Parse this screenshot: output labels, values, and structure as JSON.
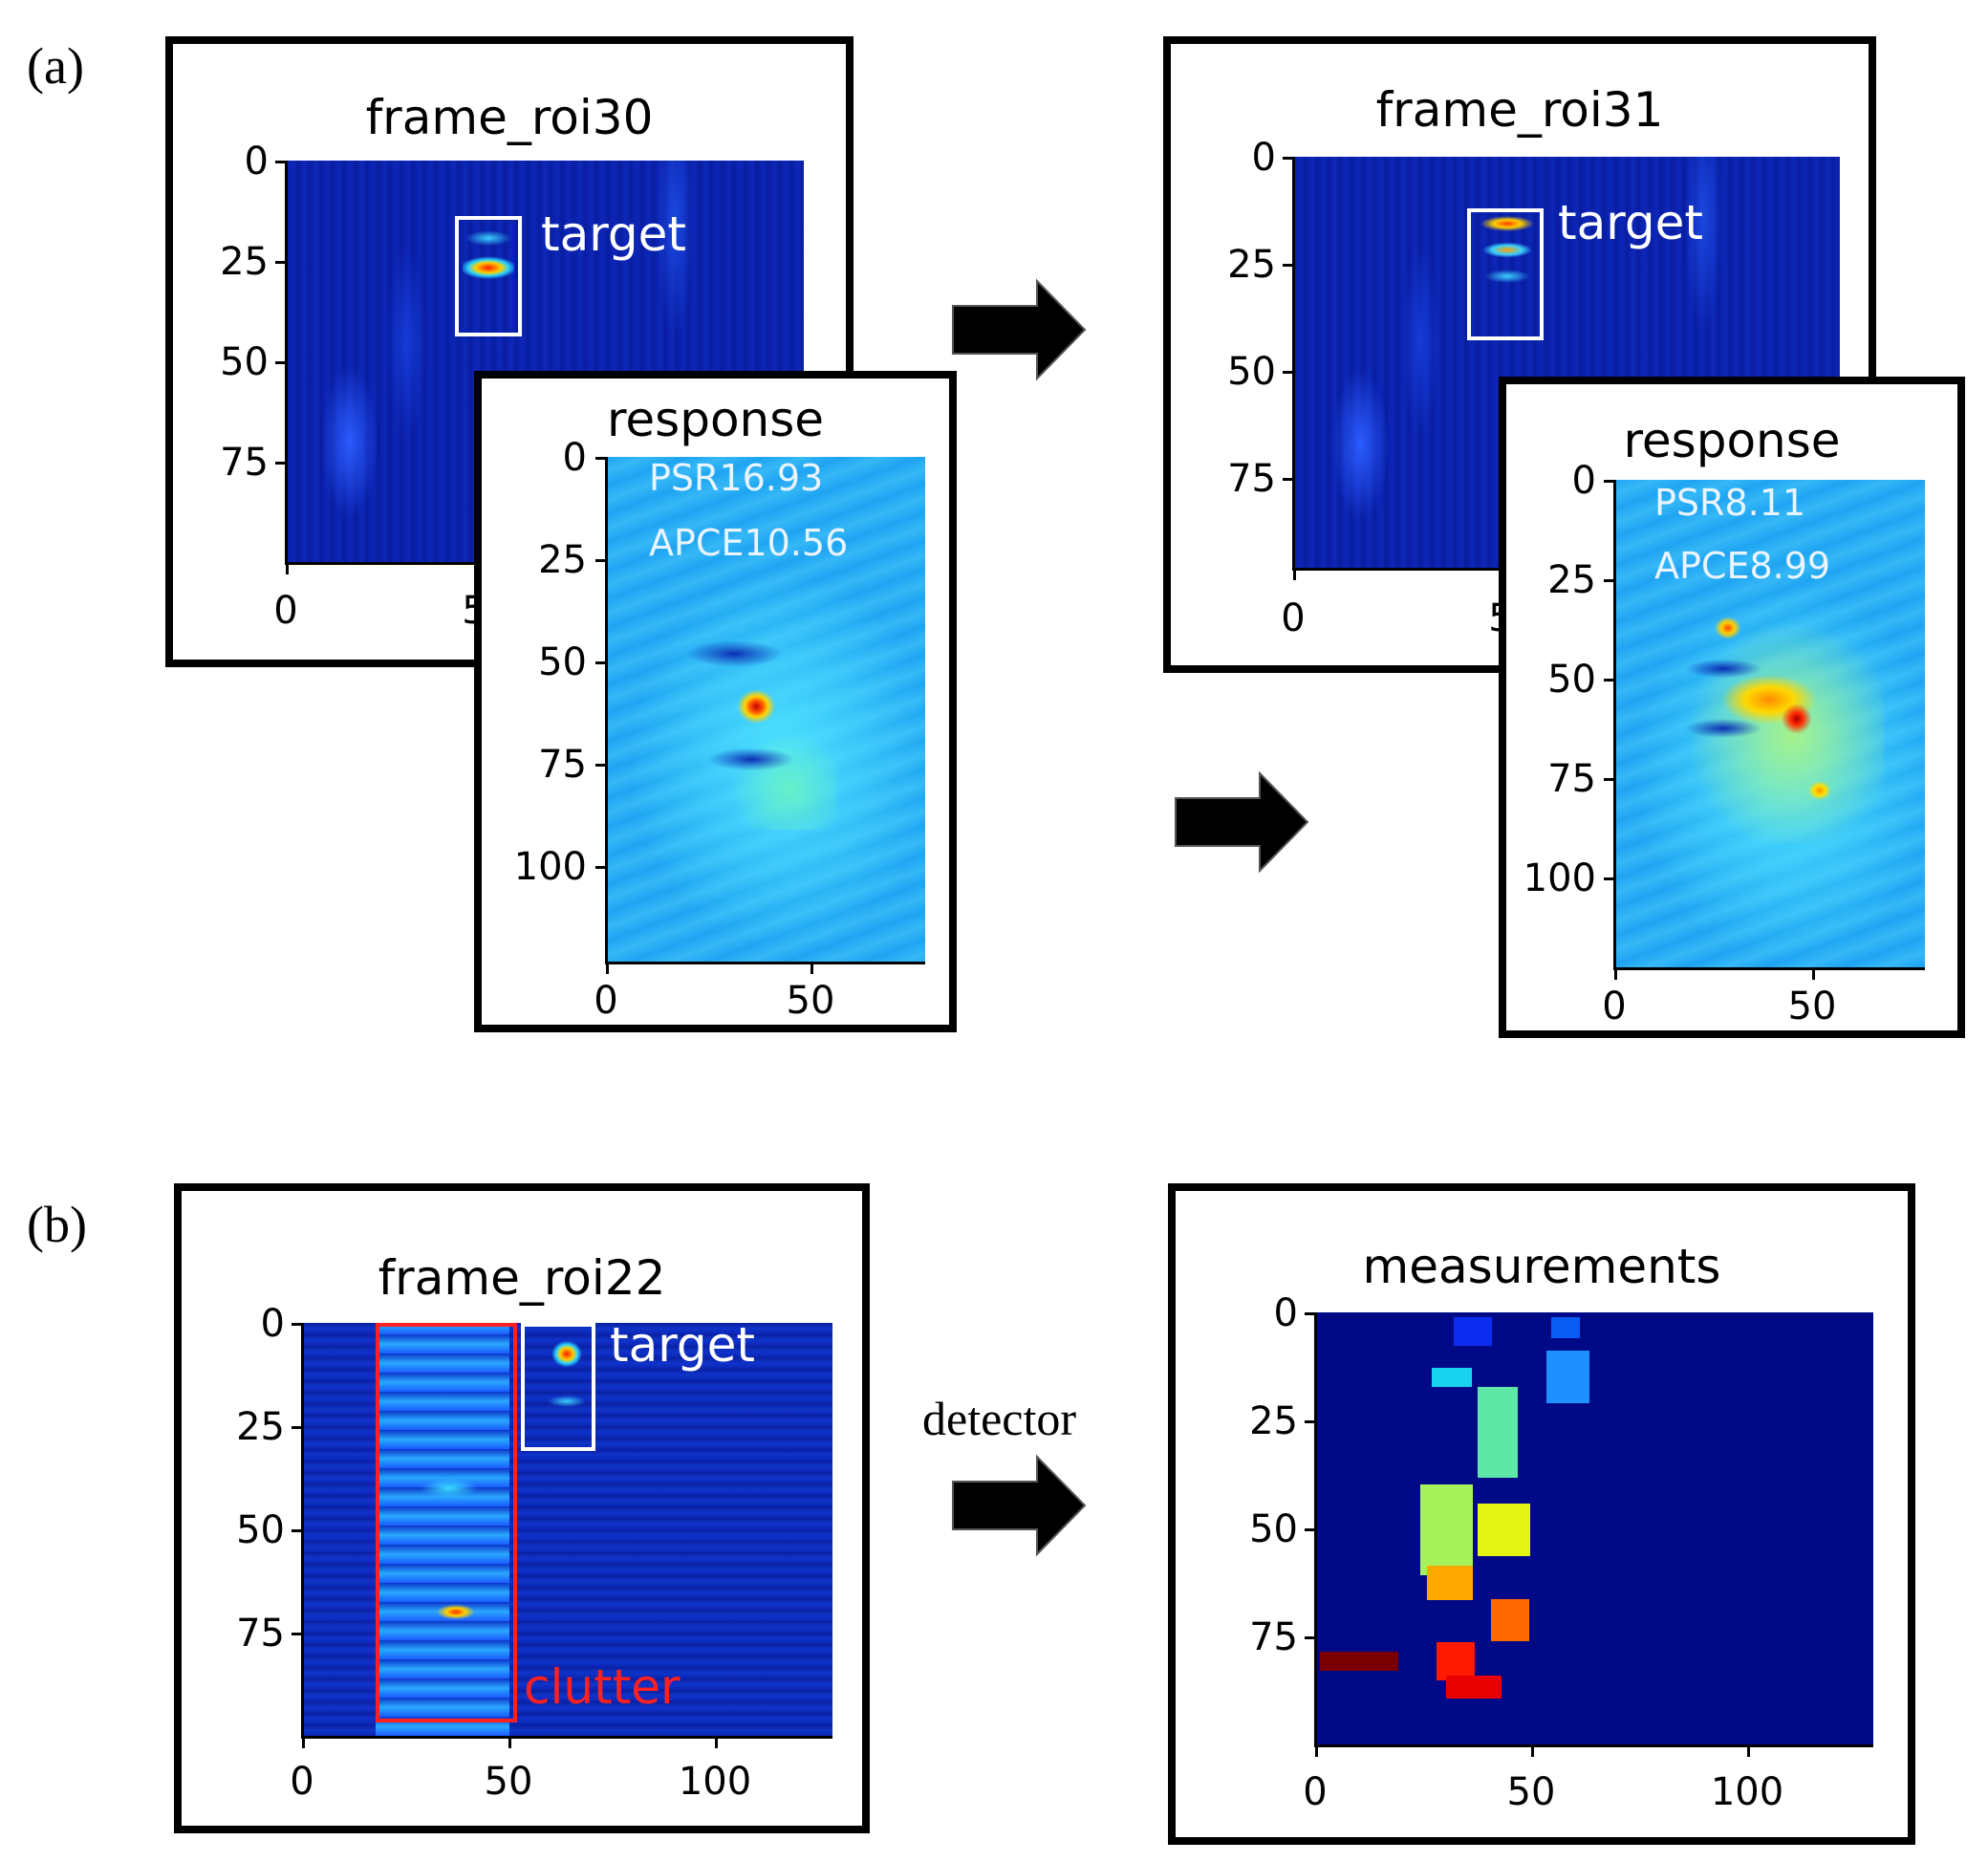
{
  "panels": {
    "a_label": "(a)",
    "b_label": "(b)"
  },
  "roi30": {
    "title": "frame_roi30",
    "annotation": "target",
    "yticks": [
      "0",
      "25",
      "50",
      "75"
    ],
    "xticks": [
      "0",
      "5"
    ]
  },
  "resp30": {
    "title": "response",
    "psr": "PSR16.93",
    "apce": "APCE10.56",
    "yticks": [
      "0",
      "25",
      "50",
      "75",
      "100"
    ],
    "xticks": [
      "0",
      "50"
    ]
  },
  "roi31": {
    "title": "frame_roi31",
    "annotation": "target",
    "yticks": [
      "0",
      "25",
      "50",
      "75"
    ],
    "xticks": [
      "0",
      "5"
    ]
  },
  "resp31": {
    "title": "response",
    "psr": "PSR8.11",
    "apce": "APCE8.99",
    "yticks": [
      "0",
      "25",
      "50",
      "75",
      "100"
    ],
    "xticks": [
      "0",
      "50"
    ]
  },
  "roi22": {
    "title": "frame_roi22",
    "target_label": "target",
    "clutter_label": "clutter",
    "yticks": [
      "0",
      "25",
      "50",
      "75"
    ],
    "xticks": [
      "0",
      "50",
      "100"
    ]
  },
  "meas": {
    "title": "measurements",
    "yticks": [
      "0",
      "25",
      "50",
      "75"
    ],
    "xticks": [
      "0",
      "50",
      "100"
    ]
  },
  "detector_label": "detector",
  "colors": {
    "target_box": "#ffffff",
    "clutter_box": "#ff2020",
    "clutter_text": "#ff2020"
  }
}
